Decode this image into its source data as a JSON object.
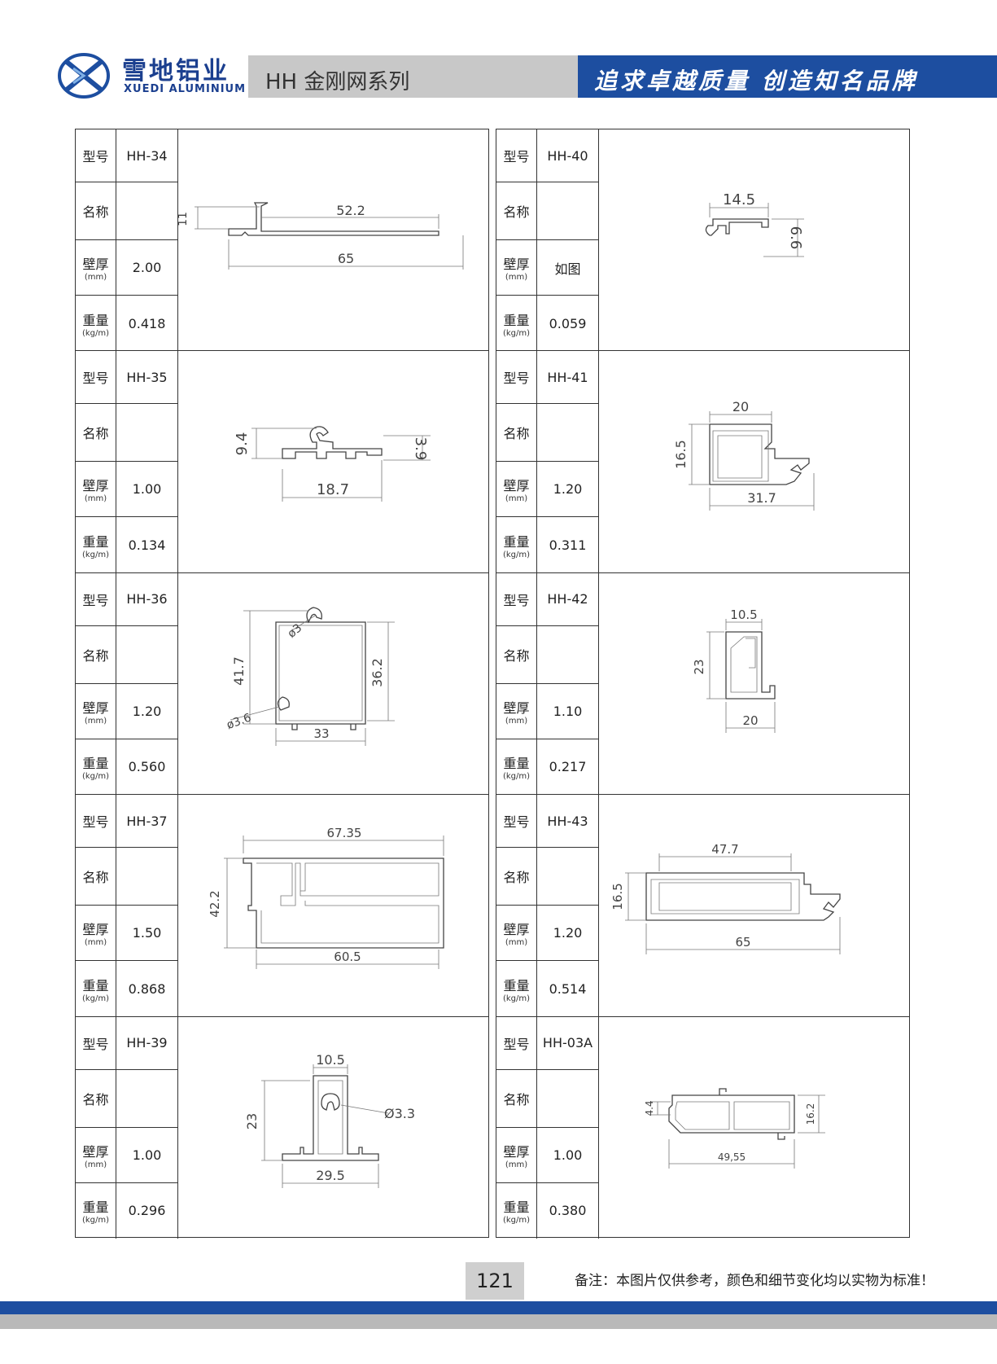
{
  "header": {
    "brand_cn": "雪地铝业",
    "brand_en": "XUEDI ALUMINIUM",
    "series": "HH 金刚网系列",
    "slogan": "追求卓越质量 创造知名品牌",
    "colors": {
      "blue": "#1d4ea0",
      "gray": "#c8c8c8"
    }
  },
  "labels": {
    "model": "型号",
    "name": "名称",
    "wall": "壁厚",
    "wall_unit": "(mm)",
    "weight": "重量",
    "weight_unit": "(kg/m)"
  },
  "left_column": [
    {
      "model": "HH-34",
      "name": "",
      "wall": "2.00",
      "weight": "0.418",
      "dims": [
        "52.2",
        "65",
        "11"
      ]
    },
    {
      "model": "HH-35",
      "name": "",
      "wall": "1.00",
      "weight": "0.134",
      "dims": [
        "9.4",
        "3.9",
        "18.7"
      ]
    },
    {
      "model": "HH-36",
      "name": "",
      "wall": "1.20",
      "weight": "0.560",
      "dims": [
        "ø3",
        "41.7",
        "36.2",
        "ø3.6",
        "33"
      ]
    },
    {
      "model": "HH-37",
      "name": "",
      "wall": "1.50",
      "weight": "0.868",
      "dims": [
        "67.35",
        "42.2",
        "60.5"
      ]
    },
    {
      "model": "HH-39",
      "name": "",
      "wall": "1.00",
      "weight": "0.296",
      "dims": [
        "10.5",
        "Ø3.3",
        "23",
        "29.5"
      ]
    }
  ],
  "right_column": [
    {
      "model": "HH-40",
      "name": "",
      "wall": "如图",
      "weight": "0.059",
      "dims": [
        "14.5",
        "6.6"
      ]
    },
    {
      "model": "HH-41",
      "name": "",
      "wall": "1.20",
      "weight": "0.311",
      "dims": [
        "20",
        "16.5",
        "31.7"
      ]
    },
    {
      "model": "HH-42",
      "name": "",
      "wall": "1.10",
      "weight": "0.217",
      "dims": [
        "10.5",
        "23",
        "20"
      ]
    },
    {
      "model": "HH-43",
      "name": "",
      "wall": "1.20",
      "weight": "0.514",
      "dims": [
        "47.7",
        "16.5",
        "65"
      ]
    },
    {
      "model": "HH-03A",
      "name": "",
      "wall": "1.00",
      "weight": "0.380",
      "dims": [
        "4.4",
        "16.2",
        "49,55"
      ]
    }
  ],
  "footer": {
    "page": "121",
    "note": "备注：本图片仅供参考，颜色和细节变化均以实物为标准！"
  }
}
